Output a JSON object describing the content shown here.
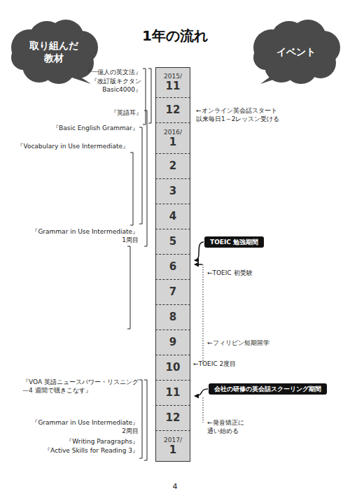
{
  "diagram": {
    "title": "1年の流れ",
    "nodes": [
      {
        "text": [
          "取り組んだ 教材"
        ]
      },
      {
        "text": [
          "イベント"
        ]
      },
      {
        "text": [
          "2015/",
          "11"
        ]
      },
      {
        "text": [
          "12"
        ]
      },
      {
        "text": [
          "2016/",
          "1"
        ]
      },
      {
        "text": [
          "2"
        ]
      },
      {
        "text": [
          "3"
        ]
      },
      {
        "text": [
          "4"
        ]
      },
      {
        "text": [
          "5"
        ]
      },
      {
        "text": [
          "6"
        ]
      },
      {
        "text": [
          "7"
        ]
      },
      {
        "text": [
          "8"
        ]
      },
      {
        "text": [
          "9"
        ]
      },
      {
        "text": [
          "10"
        ]
      },
      {
        "text": [
          "11"
        ]
      },
      {
        "text": [
          "12"
        ]
      },
      {
        "text": [
          "2017/",
          "1"
        ]
      },
      {
        "text": [
          "TOEIC 勉強期間"
        ]
      },
      {
        "text": [
          "会社の研修の英会話スクーリング期間"
        ]
      }
    ],
    "labels": [
      "『一億人の英文法』",
      "『改訂版キクタン Basic4000』",
      "『英語耳』",
      "『Basic English Grammar』",
      "『Vocabulary in Use Intermediate』",
      "『Grammar in Use Intermediate』 1周目",
      "『VOA 英語ニュースパワー・リスニング —4 週間で聴きこなす』",
      "『Grammar in Use Intermediate』 2周目",
      "『Writing Paragraphs』",
      "『Active Skills for Reading 3』",
      "←オンライン英会話スタート 以来毎日1～2レッスン受ける",
      "←TOEIC 初受験",
      "←フィリピン短期留学",
      "←TOEIC 2度目",
      "←発音矯正に 通い始める",
      "4"
    ]
  }
}
